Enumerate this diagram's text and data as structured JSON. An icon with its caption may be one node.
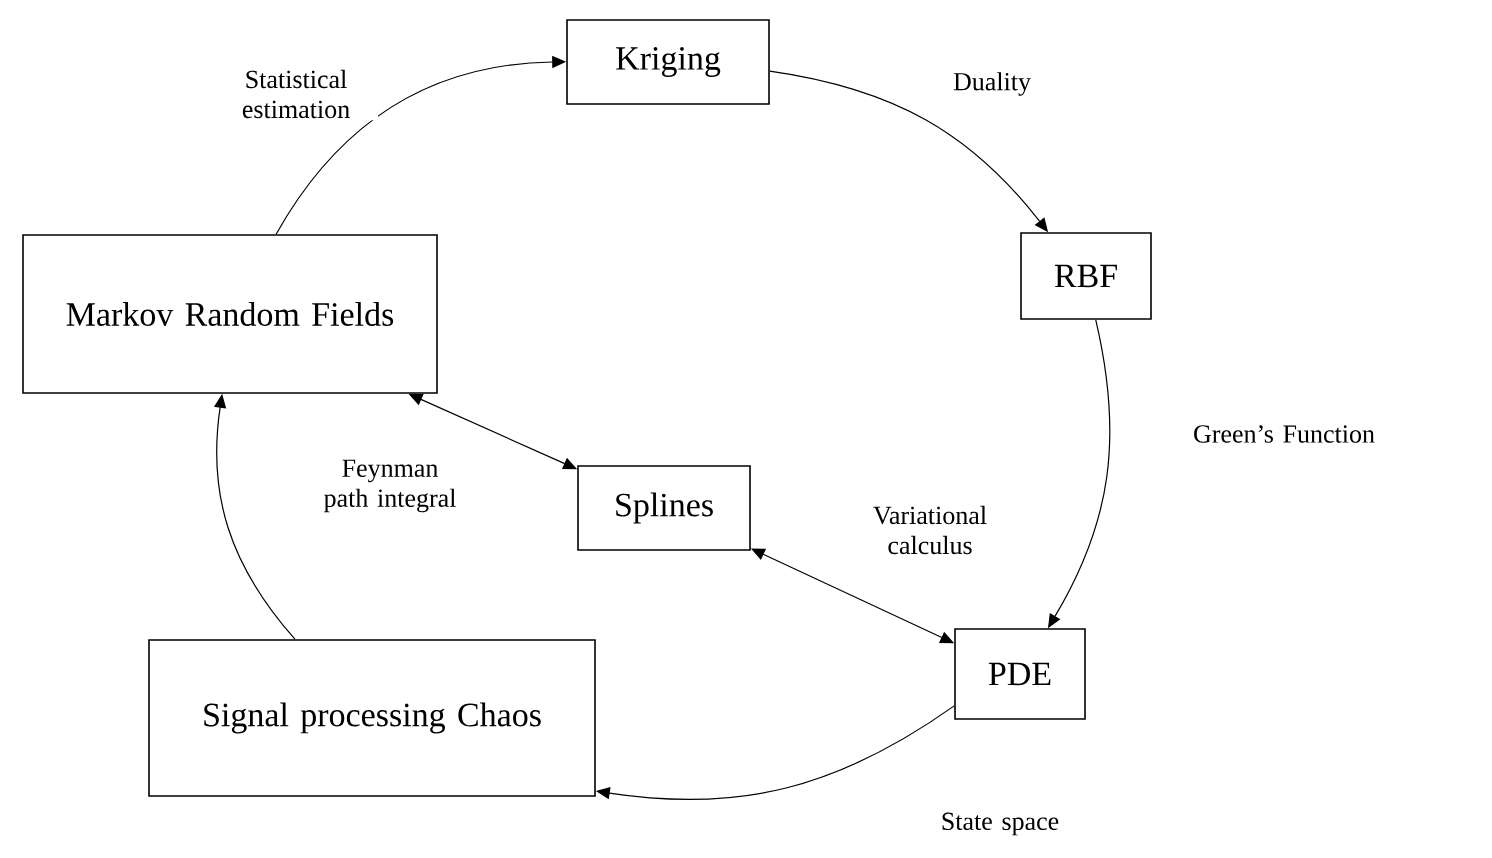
{
  "diagram": {
    "nodes": [
      {
        "text": [
          "Kriging"
        ]
      },
      {
        "text": [
          "RBF"
        ]
      },
      {
        "text": [
          "PDE"
        ]
      },
      {
        "text": [
          "Splines"
        ]
      },
      {
        "text": [
          "Markov Random Fields"
        ]
      },
      {
        "text": [
          "Signal processing Chaos"
        ]
      }
    ],
    "edges": [
      {
        "from": 4,
        "to": 0,
        "arrow": "to",
        "label": "Statistical estimation"
      },
      {
        "from": 0,
        "to": 1,
        "arrow": "to",
        "label": "Duality"
      },
      {
        "from": 1,
        "to": 2,
        "arrow": "to",
        "label": "Green’s Function"
      },
      {
        "from": 2,
        "to": 5,
        "arrow": "to",
        "label": "State space"
      },
      {
        "from": 5,
        "to": 4,
        "arrow": "to"
      },
      {
        "from": 4,
        "to": 3,
        "arrow": "both",
        "label": "Feynman path integral"
      },
      {
        "from": 3,
        "to": 2,
        "arrow": "both",
        "label": "Variational calculus"
      }
    ]
  }
}
